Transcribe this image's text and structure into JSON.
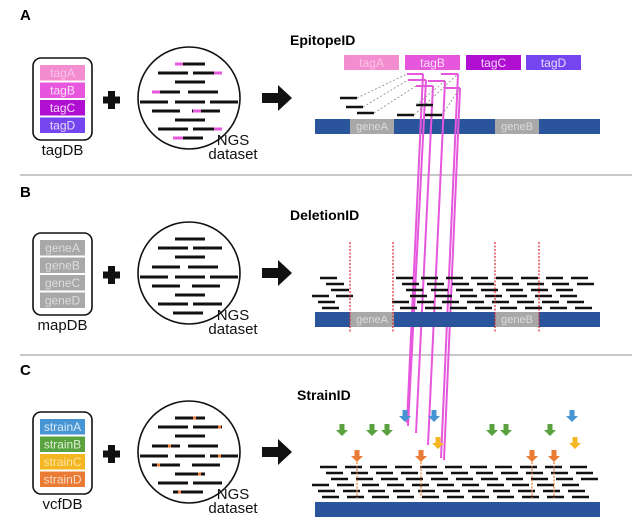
{
  "colors": {
    "read": "#111111",
    "genome": "#2a559c",
    "gene": "#a8a8a8",
    "divider": "#b5b5b5",
    "tagA": "#f48dcf",
    "tagB": "#e657de",
    "tagC": "#b00fd2",
    "tagD": "#7546f0",
    "strainA": "#4796d3",
    "strainB": "#5aa13f",
    "strainC": "#f4b621",
    "strainD": "#e97b35",
    "deletion_line": "#d8262c",
    "link_line": "#888888"
  },
  "panels": [
    {
      "letter": "A",
      "title": "EpitopeID",
      "db": {
        "label": "tagDB",
        "items": [
          {
            "label": "tagA",
            "color": "#f48dcf",
            "text": "#f9c2e8"
          },
          {
            "label": "tagB",
            "color": "#e657de",
            "text": "#fbe0f7"
          },
          {
            "label": "tagC",
            "color": "#b00fd2",
            "text": "#f2d8f7"
          },
          {
            "label": "tagD",
            "color": "#7546f0",
            "text": "#e5ddfc"
          }
        ]
      },
      "ngs_label_line1": "NGS",
      "ngs_label_line2": "dataset",
      "genes": [
        "geneA",
        "geneB"
      ]
    },
    {
      "letter": "B",
      "title": "DeletionID",
      "db": {
        "label": "mapDB",
        "items": [
          {
            "label": "geneA",
            "color": "#a8a8a8",
            "text": "#dddddd"
          },
          {
            "label": "geneB",
            "color": "#a8a8a8",
            "text": "#dddddd"
          },
          {
            "label": "geneC",
            "color": "#a8a8a8",
            "text": "#dddddd"
          },
          {
            "label": "geneD",
            "color": "#a8a8a8",
            "text": "#dddddd"
          }
        ]
      },
      "ngs_label_line1": "NGS",
      "ngs_label_line2": "dataset",
      "genes": [
        "geneA",
        "geneB"
      ]
    },
    {
      "letter": "C",
      "title": "StrainID",
      "db": {
        "label": "vcfDB",
        "items": [
          {
            "label": "strainA",
            "color": "#4796d3",
            "text": "#d9ebf8"
          },
          {
            "label": "strainB",
            "color": "#5aa13f",
            "text": "#dcefd3"
          },
          {
            "label": "strainC",
            "color": "#f4b621",
            "text": "#fbe3a3"
          },
          {
            "label": "strainD",
            "color": "#e97b35",
            "text": "#fbdcc8"
          }
        ]
      },
      "ngs_label_line1": "NGS",
      "ngs_label_line2": "dataset",
      "genes": []
    }
  ]
}
